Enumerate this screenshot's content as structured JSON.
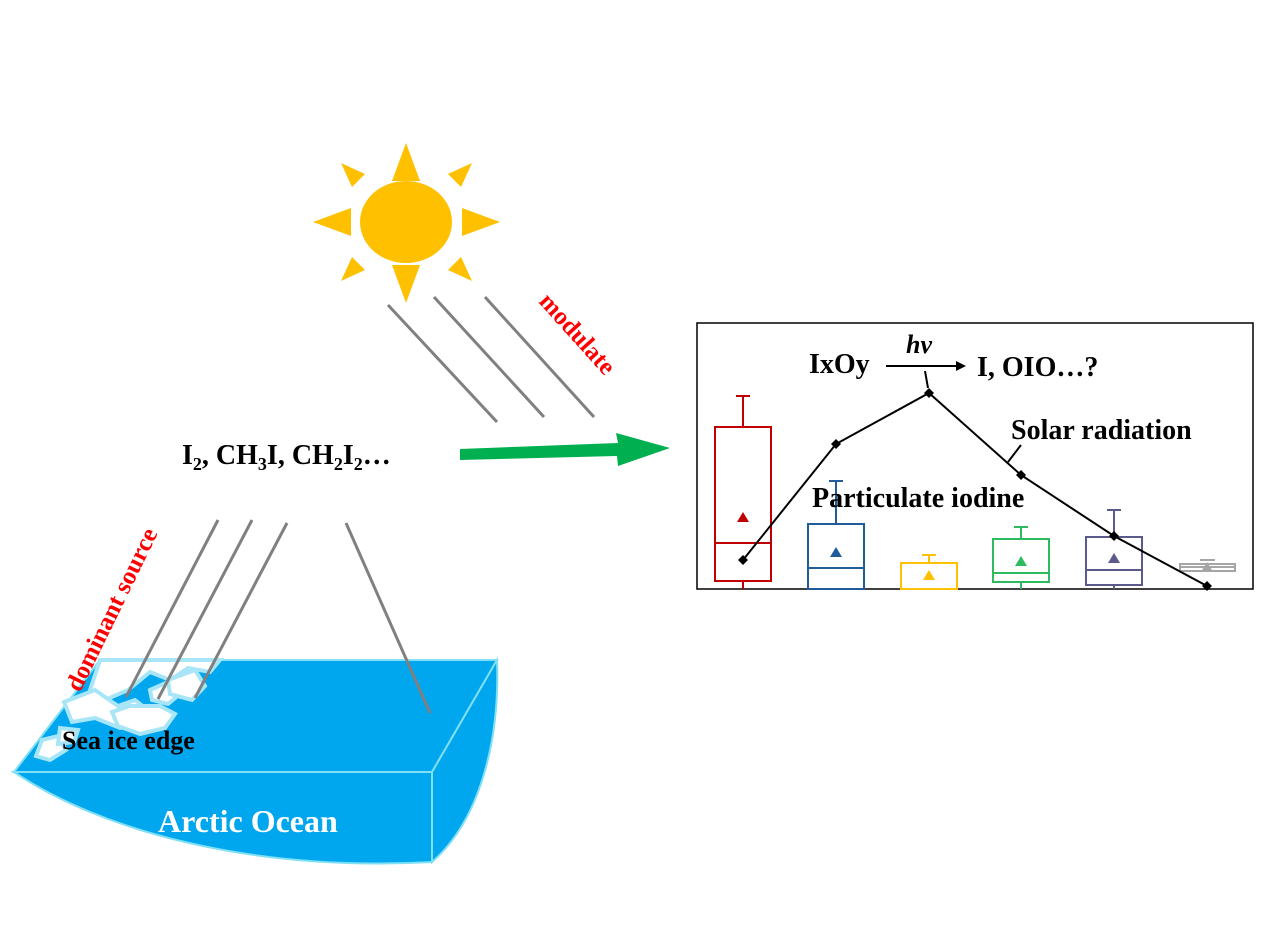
{
  "labels": {
    "species": {
      "i2_base": "I",
      "i2_sub": "2",
      "sep1": ", ",
      "ch3i_a": "CH",
      "ch3i_sub": "3",
      "ch3i_b": "I",
      "sep2": ", ",
      "ch2i2_a": "CH",
      "ch2i2_sub1": "2",
      "ch2i2_b": "I",
      "ch2i2_sub2": "2",
      "ellipsis": "…"
    },
    "modulate": "modulate",
    "dominant_source": "dominant source",
    "sea_ice_edge": "Sea ice edge",
    "arctic_ocean": "Arctic Ocean"
  },
  "inset": {
    "reactant": "IxOy",
    "photon": "hv",
    "products": "I, OIO…?",
    "solar_label": "Solar radiation",
    "iodine_label": "Particulate iodine"
  },
  "colors": {
    "sun": "#FFC000",
    "ocean": "#00A6EE",
    "ocean_edge": "#7FE0F5",
    "ice": "#FFFFFF",
    "ice_edge": "#A8E6F7",
    "arrow": "#00B050",
    "rays": "#808080",
    "emphasis_text": "#FF0000",
    "boxes": [
      "#C00000",
      "#1F5C99",
      "#FFC000",
      "#2EBB60",
      "#5A5A8C",
      "#A6A6A6"
    ]
  }
}
